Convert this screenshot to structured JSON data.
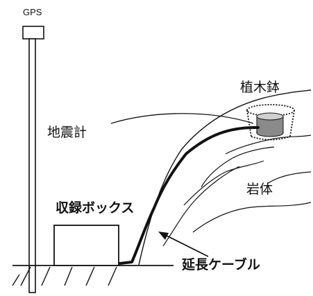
{
  "labels": {
    "top_partial": "",
    "gps": "GPS",
    "planter_pot": "植木鉢",
    "seismometer": "地震計",
    "rock": "岩体",
    "recording_box": "収録ボックス",
    "extension_cable": "延長ケーブル"
  },
  "colors": {
    "line": "#111111",
    "cylinder_top": "#d0d0d0",
    "cylinder_side": "#8a8a8a",
    "background": "#ffffff"
  }
}
